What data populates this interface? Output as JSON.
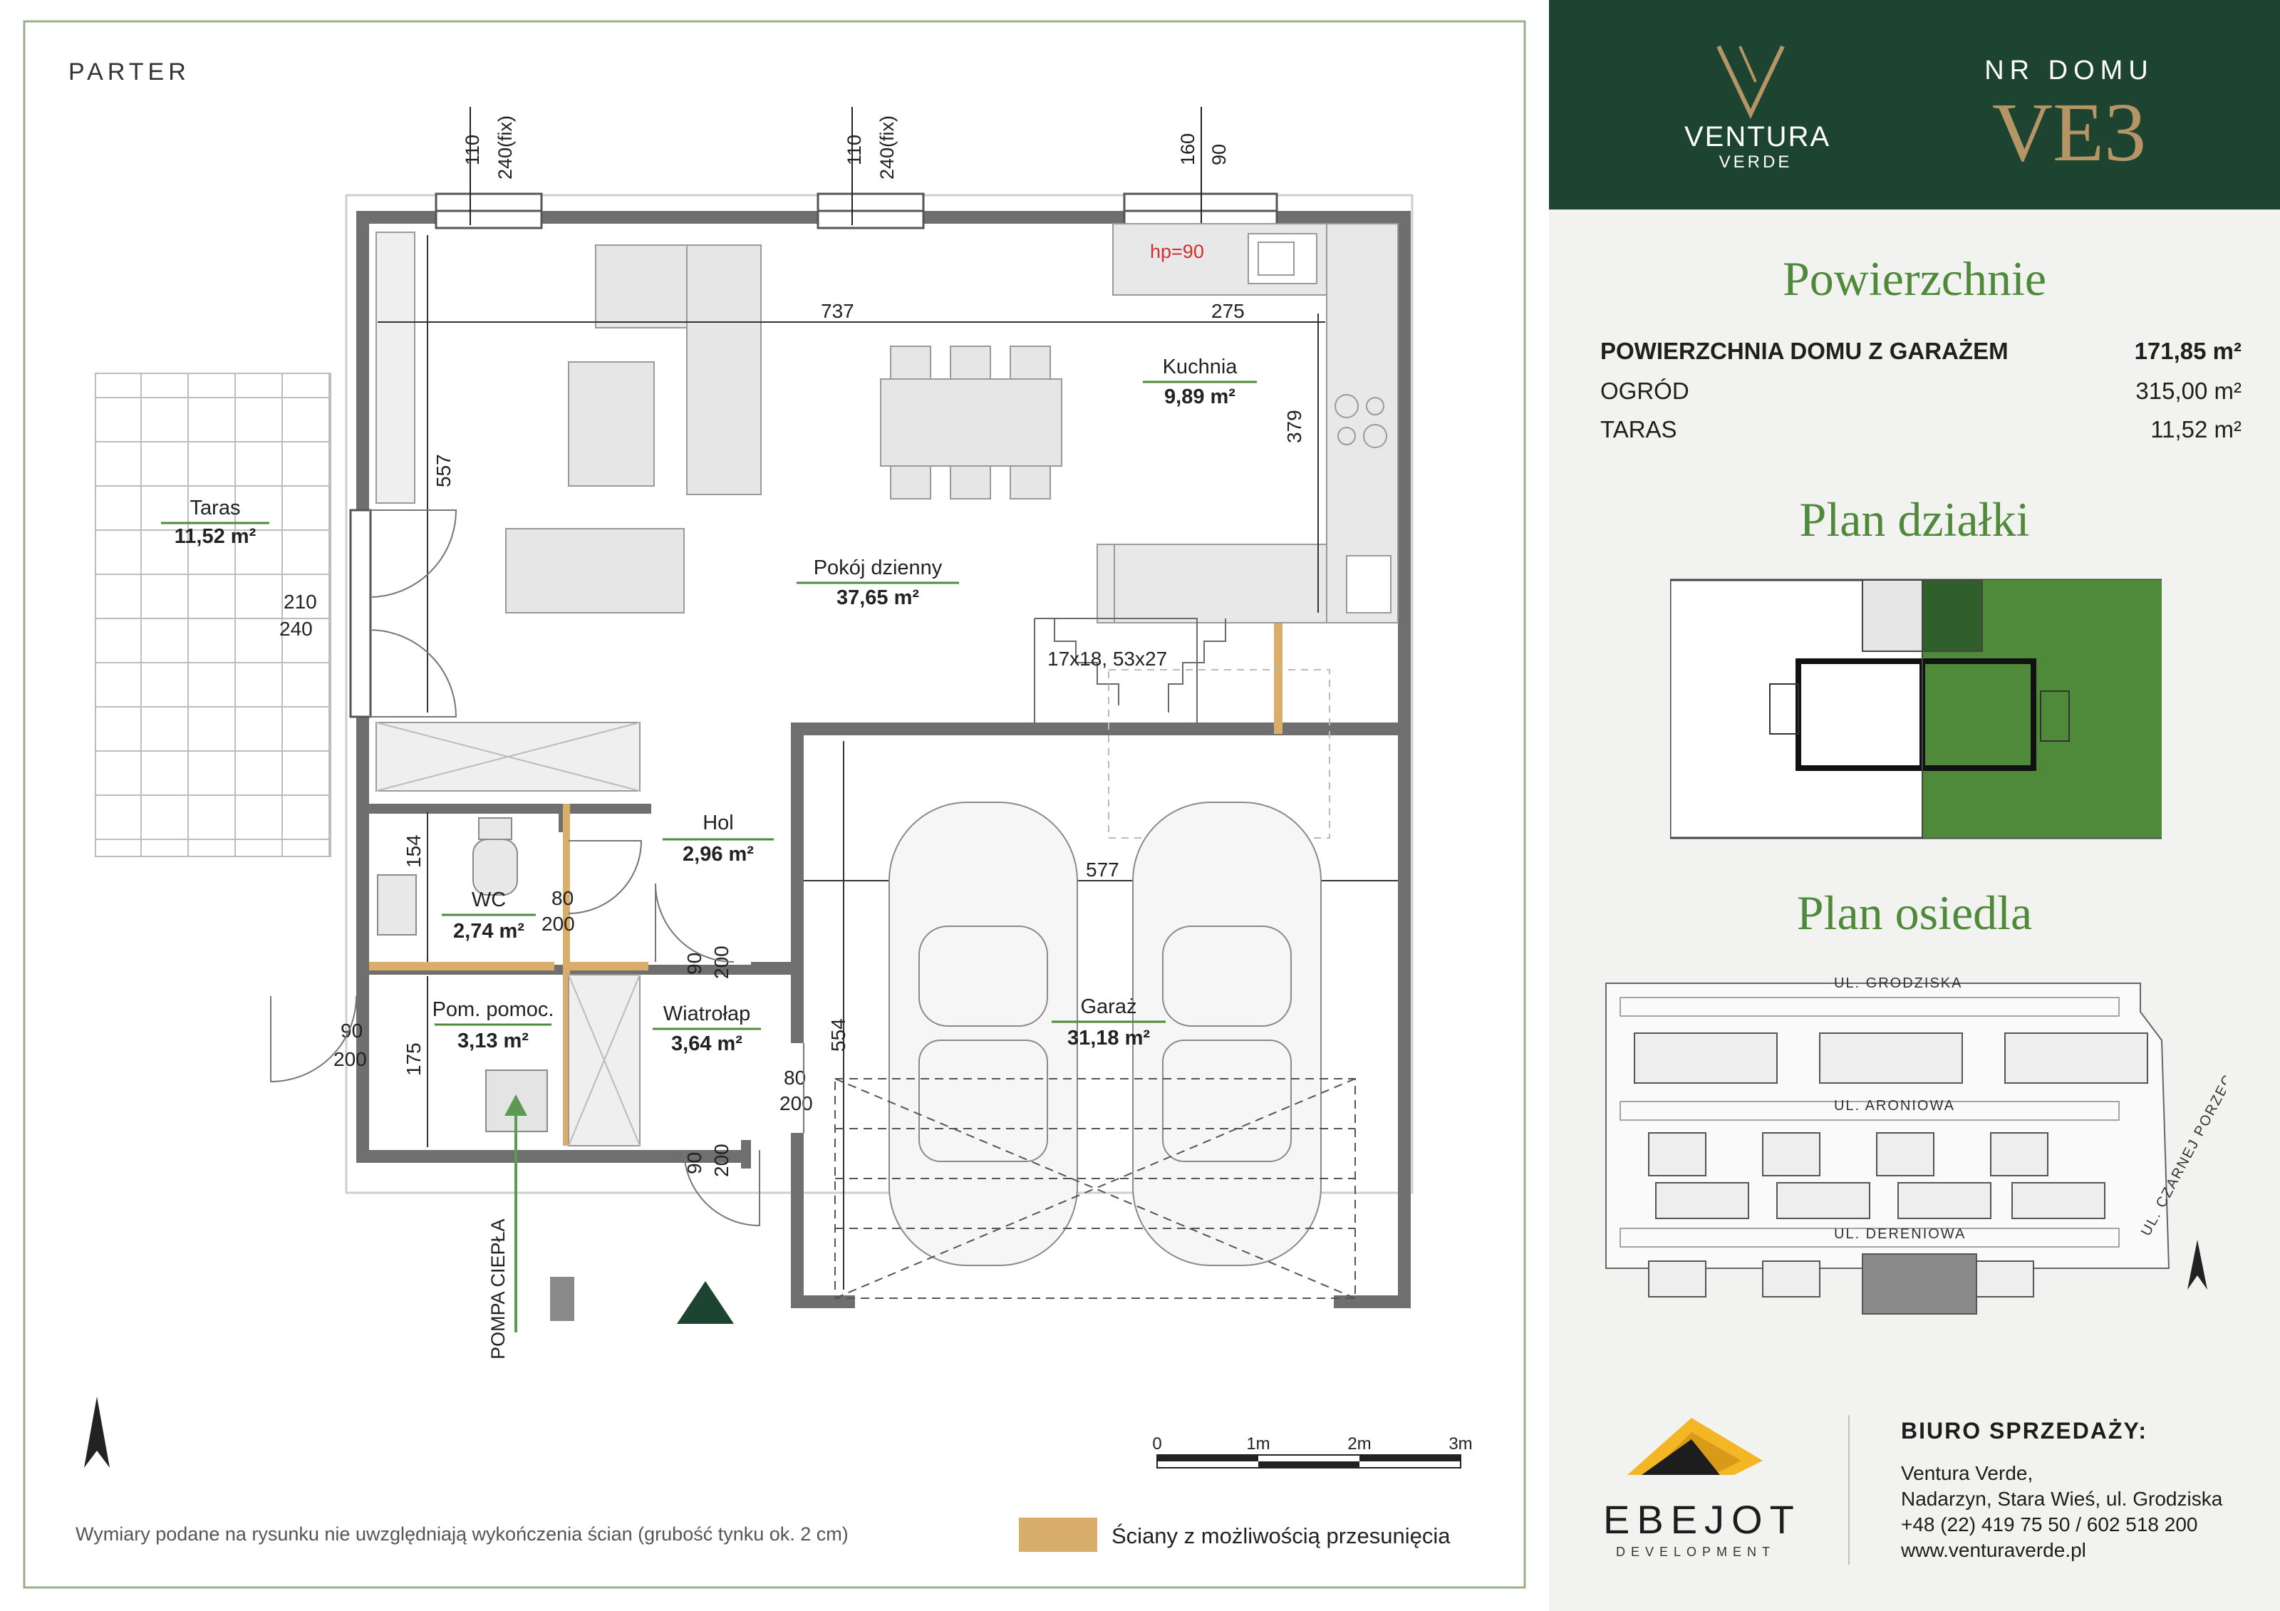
{
  "floor_label": "PARTER",
  "colors": {
    "brand_green": "#1d4431",
    "accent_green": "#4f8a3a",
    "gold": "#b59466",
    "movable_wall": "#d9ad6a",
    "wall": "#6f6f6f",
    "heat_pump_arrow": "#5c9a52"
  },
  "house": {
    "nr_label": "NR DOMU",
    "code": "VE3"
  },
  "logo": {
    "name": "VENTURA",
    "sub": "VERDE"
  },
  "rooms": [
    {
      "name": "Taras",
      "area": "11,52 m²"
    },
    {
      "name": "Pokój dzienny",
      "area": "37,65 m²"
    },
    {
      "name": "Kuchnia",
      "area": "9,89 m²"
    },
    {
      "name": "Hol",
      "area": "2,96 m²"
    },
    {
      "name": "WC",
      "area": "2,74 m²"
    },
    {
      "name": "Pom. pomoc.",
      "area": "3,13 m²"
    },
    {
      "name": "Wiatrołap",
      "area": "3,64 m²"
    },
    {
      "name": "Garaż",
      "area": "31,18 m²"
    }
  ],
  "dimensions": {
    "window1": [
      "110",
      "240(fix)"
    ],
    "window2": [
      "110",
      "240(fix)"
    ],
    "window3": [
      "160",
      "90"
    ],
    "hp": "hp=90",
    "d737": "737",
    "d275": "275",
    "d557": "557",
    "d379": "379",
    "terrace_door": [
      "210",
      "240"
    ],
    "stairs": "17x18, 53x27",
    "d154": "154",
    "wc_door": [
      "80",
      "200"
    ],
    "hol_door": [
      "90",
      "200"
    ],
    "d577": "577",
    "d554": "554",
    "side_door": [
      "90",
      "200"
    ],
    "d175": "175",
    "wiatrolap_door": [
      "80",
      "200"
    ],
    "entry_door": [
      "90",
      "200"
    ]
  },
  "heat_pump": "POMPA CIEPŁA",
  "scale": {
    "ticks": [
      "0",
      "1m",
      "2m",
      "3m"
    ]
  },
  "footer_note": "Wymiary podane na rysunku nie uwzględniają wykończenia ścian (grubość tynku ok. 2 cm)",
  "legend": {
    "label": "Ściany z możliwością przesunięcia"
  },
  "sidebar": {
    "surfaces_title": "Powierzchnie",
    "surfaces": [
      {
        "label": "POWIERZCHNIA DOMU Z GARAŻEM",
        "value": "171,85 m²"
      },
      {
        "label": "OGRÓD",
        "value": "315,00 m²"
      },
      {
        "label": "TARAS",
        "value": "11,52 m²"
      }
    ],
    "plot_title": "Plan działki",
    "estate_title": "Plan osiedla",
    "streets": [
      "UL. GRODZISKA",
      "UL. ARONIOWA",
      "UL. DERENIOWA",
      "UL. CZARNEJ PORZECZKI"
    ]
  },
  "developer": {
    "name": "EBEJOT",
    "sub": "DEVELOPMENT"
  },
  "sales_office": {
    "title": "BIURO SPRZEDAŻY:",
    "lines": [
      "Ventura Verde,",
      "Nadarzyn, Stara Wieś, ul. Grodziska",
      "+48 (22) 419 75 50 / 602 518 200",
      "www.venturaverde.pl"
    ]
  }
}
